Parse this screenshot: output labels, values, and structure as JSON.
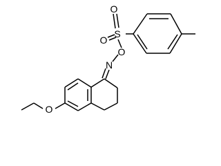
{
  "molecule": {
    "atoms": {
      "sulfonyl_s": "S",
      "sulfonyl_o1": "O",
      "sulfonyl_o2": "O",
      "ester_o": "O",
      "oxime_n": "N",
      "ether_o": "O"
    }
  },
  "colors": {
    "bond": "#000000",
    "background": "#ffffff"
  }
}
